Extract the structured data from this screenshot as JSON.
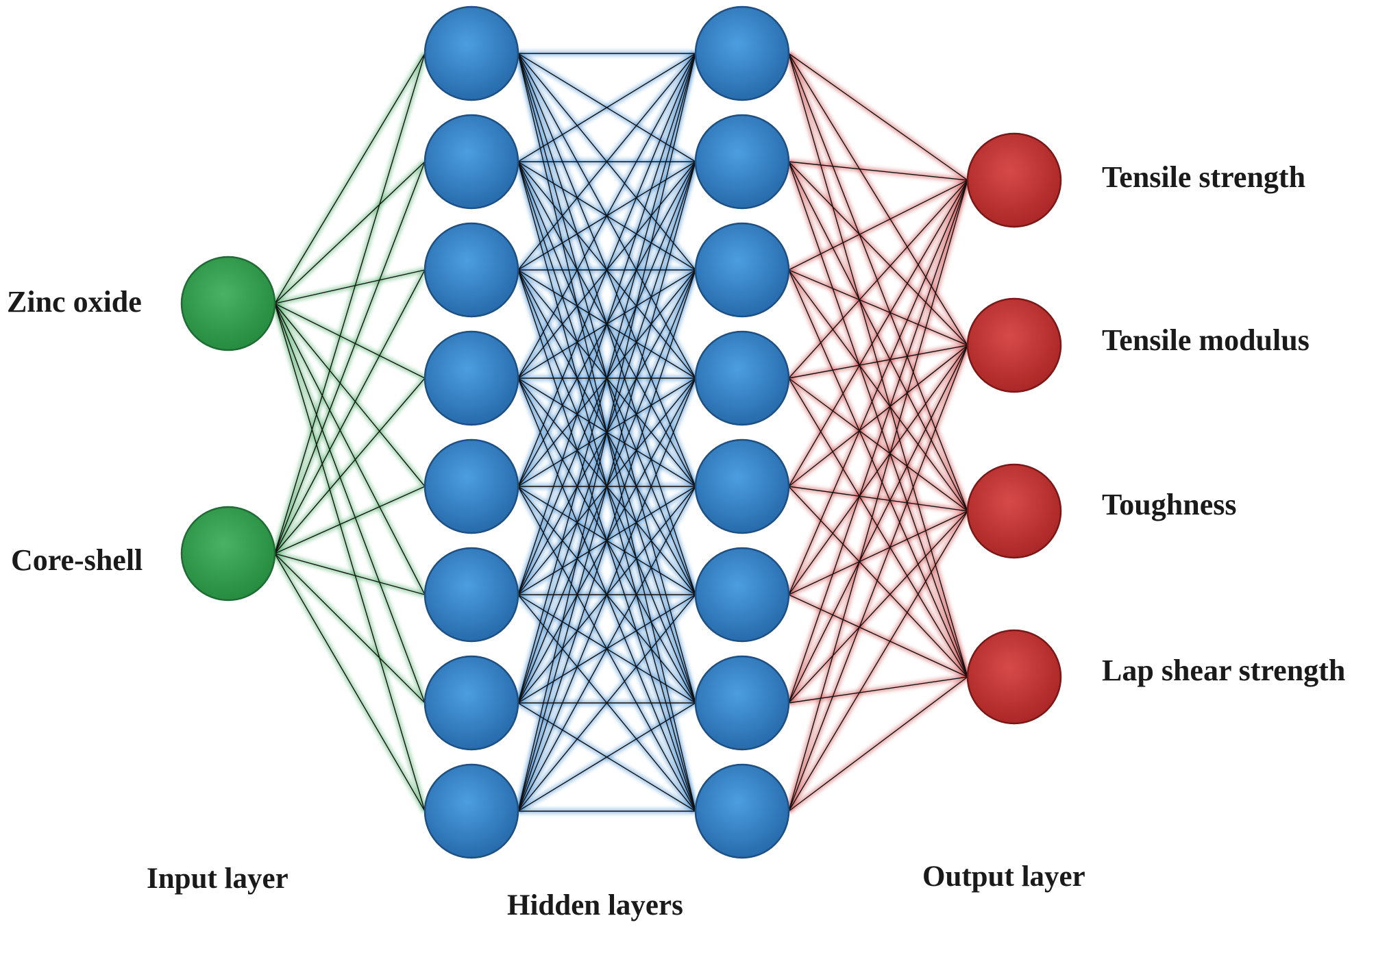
{
  "colors": {
    "input": "#2e9e4b",
    "hidden": "#2f7fc7",
    "output": "#c83232",
    "edge_dark": "#111111"
  },
  "layers": {
    "input": {
      "label": "Input layer",
      "nodes": [
        "Zinc oxide",
        "Core-shell"
      ]
    },
    "hidden": {
      "label": "Hidden layers",
      "count": 2,
      "nodes_per_layer": 8
    },
    "output": {
      "label": "Output layer",
      "nodes": [
        "Tensile strength",
        "Tensile modulus",
        "Toughness",
        "Lap shear strength"
      ]
    }
  }
}
